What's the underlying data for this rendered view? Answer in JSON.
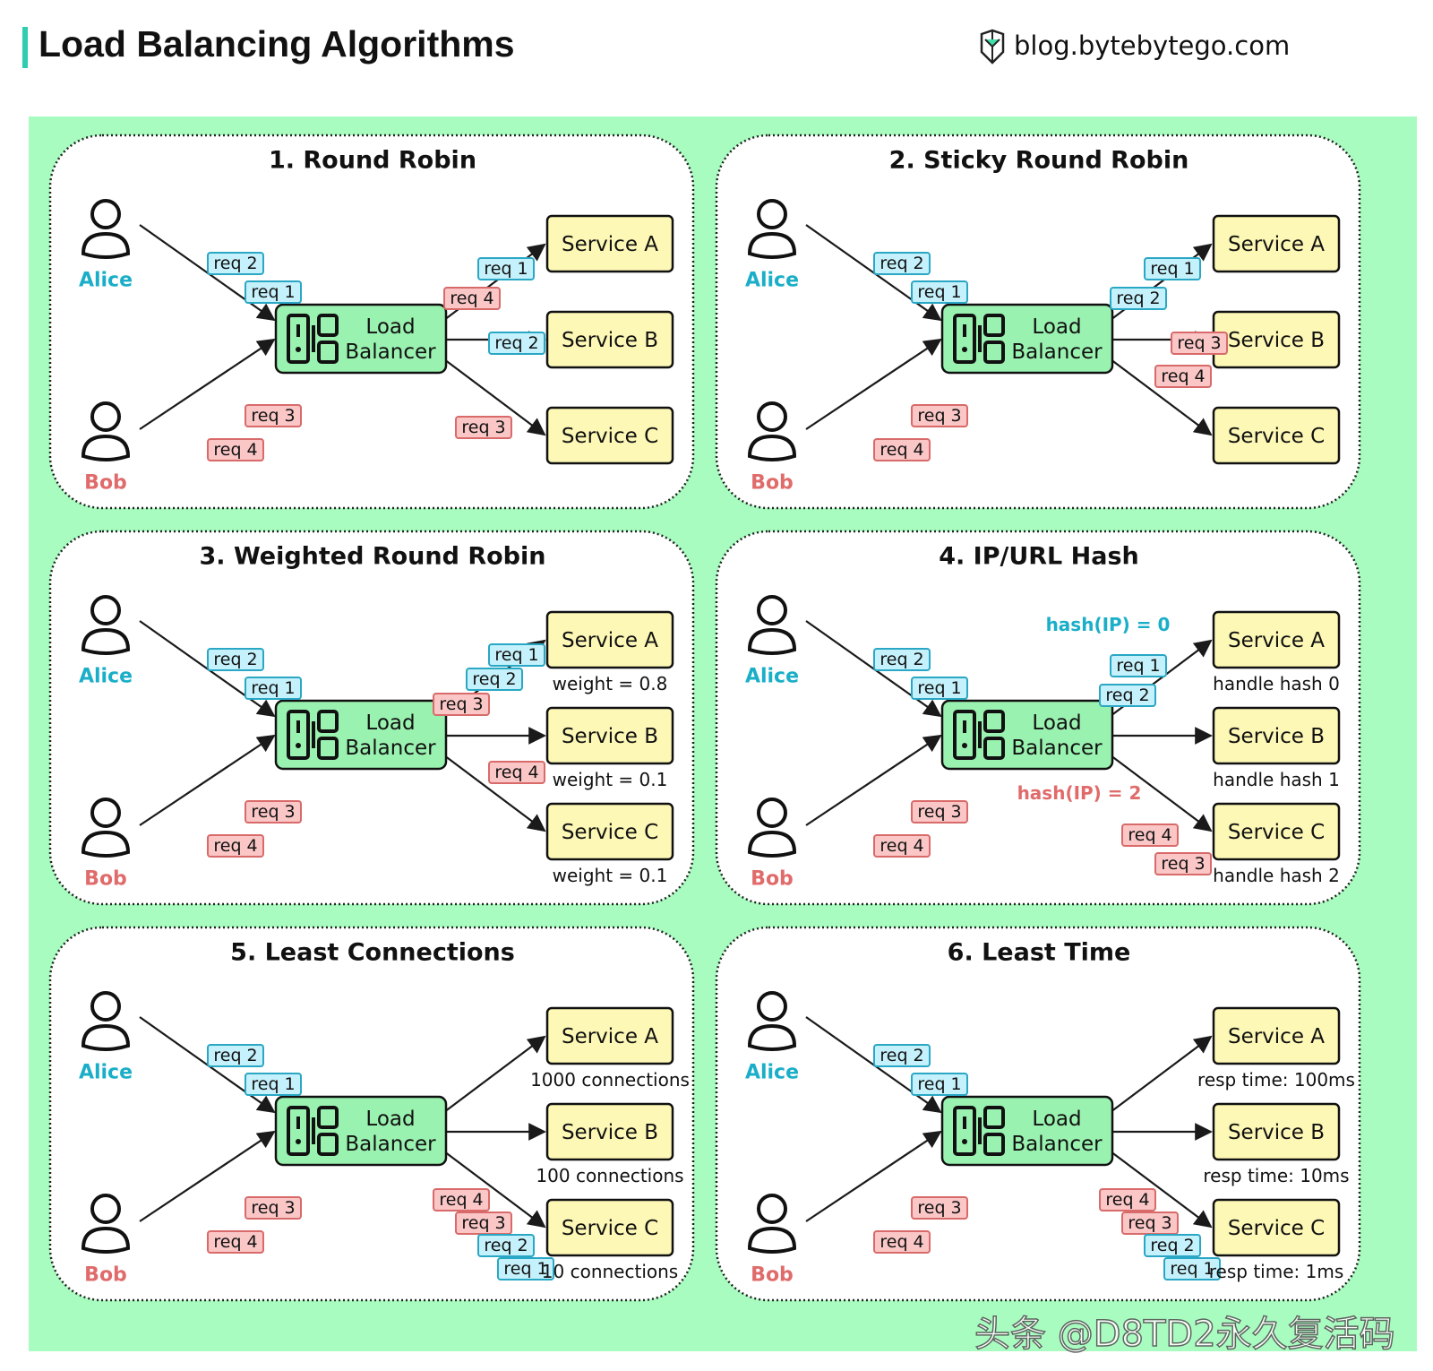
{
  "header": {
    "title": "Load Balancing Algorithms",
    "brand": "blog.bytebytego.com",
    "brand_icon": "bytebytego-logo-icon"
  },
  "watermark": "头条 @D8TD2永久复活码",
  "labels": {
    "alice": "Alice",
    "bob": "Bob",
    "lb_line1": "Load",
    "lb_line2": "Balancer",
    "service_a": "Service A",
    "service_b": "Service B",
    "service_c": "Service C",
    "req1": "req 1",
    "req2": "req 2",
    "req3": "req 3",
    "req4": "req 4"
  },
  "panels": [
    {
      "title": "1. Round Robin"
    },
    {
      "title": "2. Sticky Round Robin"
    },
    {
      "title": "3. Weighted Round Robin",
      "notes": [
        "weight = 0.8",
        "weight = 0.1",
        "weight = 0.1"
      ]
    },
    {
      "title": "4. IP/URL Hash",
      "notes": [
        "handle hash 0",
        "handle hash 1",
        "handle hash 2"
      ],
      "hash_alice": "hash(IP) = 0",
      "hash_bob": "hash(IP) = 2"
    },
    {
      "title": "5. Least Connections",
      "notes": [
        "1000 connections",
        "100 connections",
        "10 connections"
      ]
    },
    {
      "title": "6. Least Time",
      "notes": [
        "resp time: 100ms",
        "resp time: 10ms",
        "resp time: 1ms"
      ]
    }
  ],
  "colors": {
    "board": "#a9fcc0",
    "alice": "#1aaec8",
    "bob": "#e06b6b",
    "alice_tag_fill": "#c4f1fb",
    "alice_tag_stroke": "#2aa7c4",
    "bob_tag_fill": "#fac6c6",
    "bob_tag_stroke": "#d96a6a",
    "service_fill": "#fdf8b5",
    "lb_fill": "#9af2b0"
  }
}
